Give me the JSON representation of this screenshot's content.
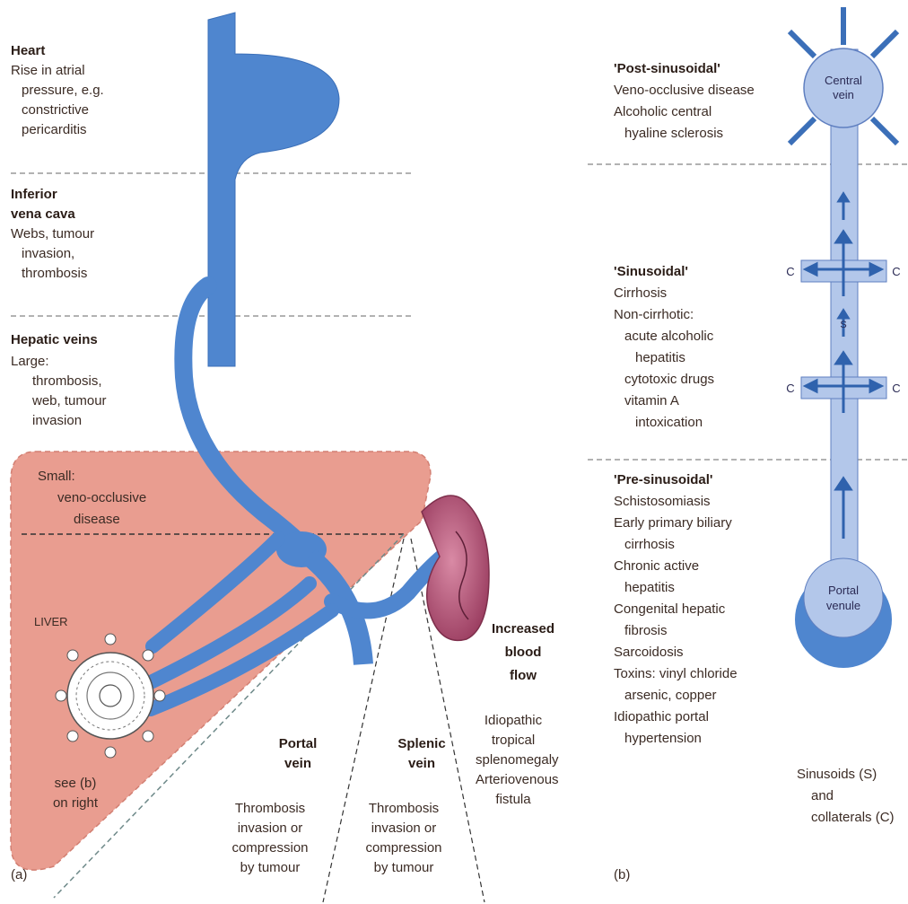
{
  "panel_a": {
    "heart": {
      "title": "Heart",
      "lines": [
        "Rise in atrial",
        "pressure, e.g.",
        "constrictive",
        "pericarditis"
      ]
    },
    "ivc": {
      "title_lines": [
        "Inferior",
        "vena cava"
      ],
      "lines": [
        "Webs, tumour",
        "invasion,",
        "thrombosis"
      ]
    },
    "hepatic_veins": {
      "title": "Hepatic veins",
      "lines": [
        "Large:",
        "thrombosis,",
        "web, tumour",
        "invasion"
      ]
    },
    "small": {
      "lines": [
        "Small:",
        "veno-occlusive",
        "disease"
      ]
    },
    "liver_label": "LIVER",
    "see_b": [
      "see (b)",
      "on right"
    ],
    "portal_vein": {
      "title_lines": [
        "Portal",
        "vein"
      ],
      "lines": [
        "Thrombosis",
        "invasion or",
        "compression",
        "by tumour"
      ]
    },
    "splenic_vein": {
      "title_lines": [
        "Splenic",
        "vein"
      ],
      "lines": [
        "Thrombosis",
        "invasion or",
        "compression",
        "by tumour"
      ]
    },
    "increased_flow": {
      "title_lines": [
        "Increased",
        "blood",
        "flow"
      ],
      "lines": [
        "Idiopathic",
        "tropical",
        "splenomegaly",
        "Arteriovenous",
        "fistula"
      ]
    },
    "label": "(a)"
  },
  "panel_b": {
    "post": {
      "title": "'Post-sinusoidal'",
      "lines": [
        "Veno-occlusive disease",
        "Alcoholic central",
        "hyaline sclerosis"
      ]
    },
    "sinusoidal": {
      "title": "'Sinusoidal'",
      "lines": [
        "Cirrhosis",
        "Non-cirrhotic:",
        "acute alcoholic",
        "hepatitis",
        "cytotoxic drugs",
        "vitamin A",
        "intoxication"
      ]
    },
    "pre": {
      "title": "'Pre-sinusoidal'",
      "lines": [
        "Schistosomiasis",
        "Early primary biliary",
        "cirrhosis",
        "Chronic active",
        "hepatitis",
        "Congenital hepatic",
        "fibrosis",
        "Sarcoidosis",
        "Toxins: vinyl chloride",
        "arsenic, copper",
        "Idiopathic portal",
        "hypertension"
      ]
    },
    "central_vein": [
      "Central",
      "vein"
    ],
    "portal_venule": [
      "Portal",
      "venule"
    ],
    "c_label": "C",
    "s_label": "S",
    "legend": [
      "Sinusoids (S)",
      "and",
      "collaterals (C)"
    ],
    "label": "(b)"
  },
  "colors": {
    "vein": "#4f86cf",
    "vein_dark": "#3b6fb8",
    "vessel_light": "#b3c7ea",
    "vessel_outline": "#5f7fc0",
    "liver": "#e99d90",
    "spleen": "#a64a6a",
    "text": "#3b2b24"
  }
}
